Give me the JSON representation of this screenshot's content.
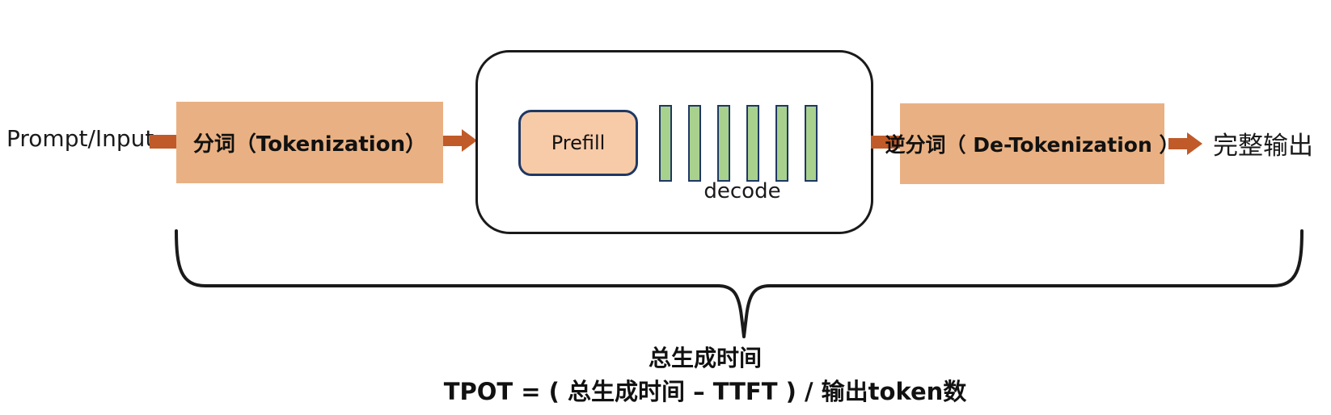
{
  "pipeline": {
    "input_label": "Prompt/Input",
    "tokenization_label": "分词（Tokenization）",
    "engine": {
      "prefill_label": "Prefill",
      "decode_label": "decode",
      "decode_bar_count": 6
    },
    "detokenization_label": "逆分词（ De-Tokenization ）",
    "output_label": "完整输出"
  },
  "annotation": {
    "brace_label": "总生成时间",
    "formula": "TPOT = ( 总生成时间 – TTFT ) / 输出token数"
  },
  "colors": {
    "process_box_fill": "#E9B183",
    "connector_arrow": "#C05A28",
    "prefill_fill": "#F7CBA8",
    "token_bar_fill": "#A9D18E",
    "accent_border": "#1F3864",
    "outline": "#1A1A1A"
  }
}
